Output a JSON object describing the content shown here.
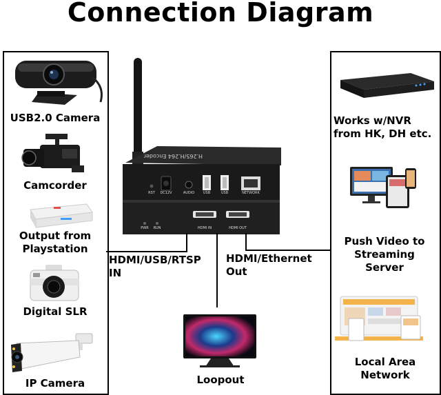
{
  "title": "Connection Diagram",
  "inputs": [
    {
      "label": "USB2.0 Camera",
      "icon": "webcam-icon"
    },
    {
      "label": "Camcorder",
      "icon": "camcorder-icon"
    },
    {
      "label": "Output from Playstation",
      "icon": "game-console-icon"
    },
    {
      "label": "Digital SLR",
      "icon": "dslr-camera-icon"
    },
    {
      "label": "IP Camera",
      "icon": "ip-camera-icon"
    }
  ],
  "outputs": [
    {
      "label": "Works w/NVR from HK, DH etc.",
      "icon": "nvr-icon"
    },
    {
      "label": "Push Video to Streaming Server",
      "icon": "streaming-screens-icon"
    },
    {
      "label": "Local Area Network",
      "icon": "lan-devices-icon"
    }
  ],
  "encoder": {
    "model_text": "H.265/H.264 Encoder",
    "rear_ports": [
      "RST",
      "DC12V",
      "AUDIO",
      "USB",
      "USB",
      "NETWORK"
    ],
    "front_indicators": [
      "PWR",
      "RUN"
    ],
    "front_ports": [
      "HDMI IN",
      "HDMI OUT"
    ]
  },
  "connections": {
    "input_label": "HDMI/USB/RTSP IN",
    "output_label": "HDMI/Ethernet Out",
    "loopout_label": "Loopout"
  },
  "colors": {
    "device": "#1a1a1a",
    "line": "#000000"
  }
}
